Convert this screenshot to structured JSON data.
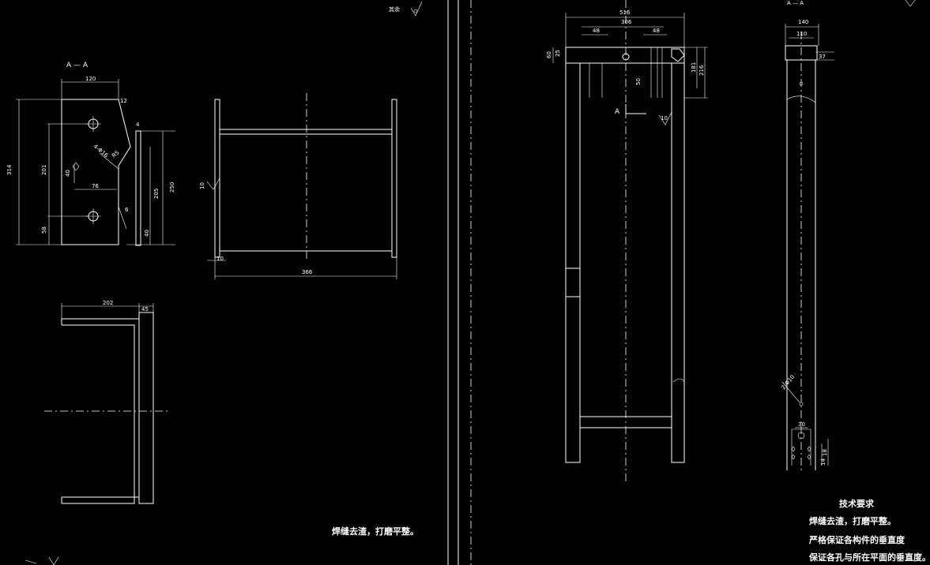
{
  "drawing": {
    "section_label": "A — A",
    "section_label_right": "A — A",
    "section_marker": "A",
    "roughness_note": "其余",
    "left_notes": "焊缝去渣，打磨平整。",
    "tech_title": "技术要求",
    "tech_lines": [
      "焊缝去渣，打磨平整。",
      "严格保证各构件的垂直度",
      "保证各孔与所在平面的垂直度。"
    ],
    "dims": {
      "d120": "120",
      "d314": "314",
      "d201": "201",
      "d58": "58",
      "d40": "40",
      "d76": "76",
      "d4": "4",
      "d250": "250",
      "d205": "205",
      "d40b": "40",
      "d12": "12",
      "d6": "6",
      "d85": "R5",
      "d4x16": "4-Φ16",
      "d366": "366",
      "d10": "10",
      "d202": "202",
      "d45": "45",
      "d516": "516",
      "d306": "306",
      "d48a": "48",
      "d48b": "48",
      "d60": "60",
      "d25": "25",
      "d181": "181",
      "d216": "216",
      "d50": "50",
      "d140": "140",
      "d110": "110",
      "d37": "37",
      "d2phi10": "2-Φ10",
      "d30": "30",
      "d14": "14",
      "d18": "18",
      "w10": "10",
      "w10b": "10"
    }
  }
}
